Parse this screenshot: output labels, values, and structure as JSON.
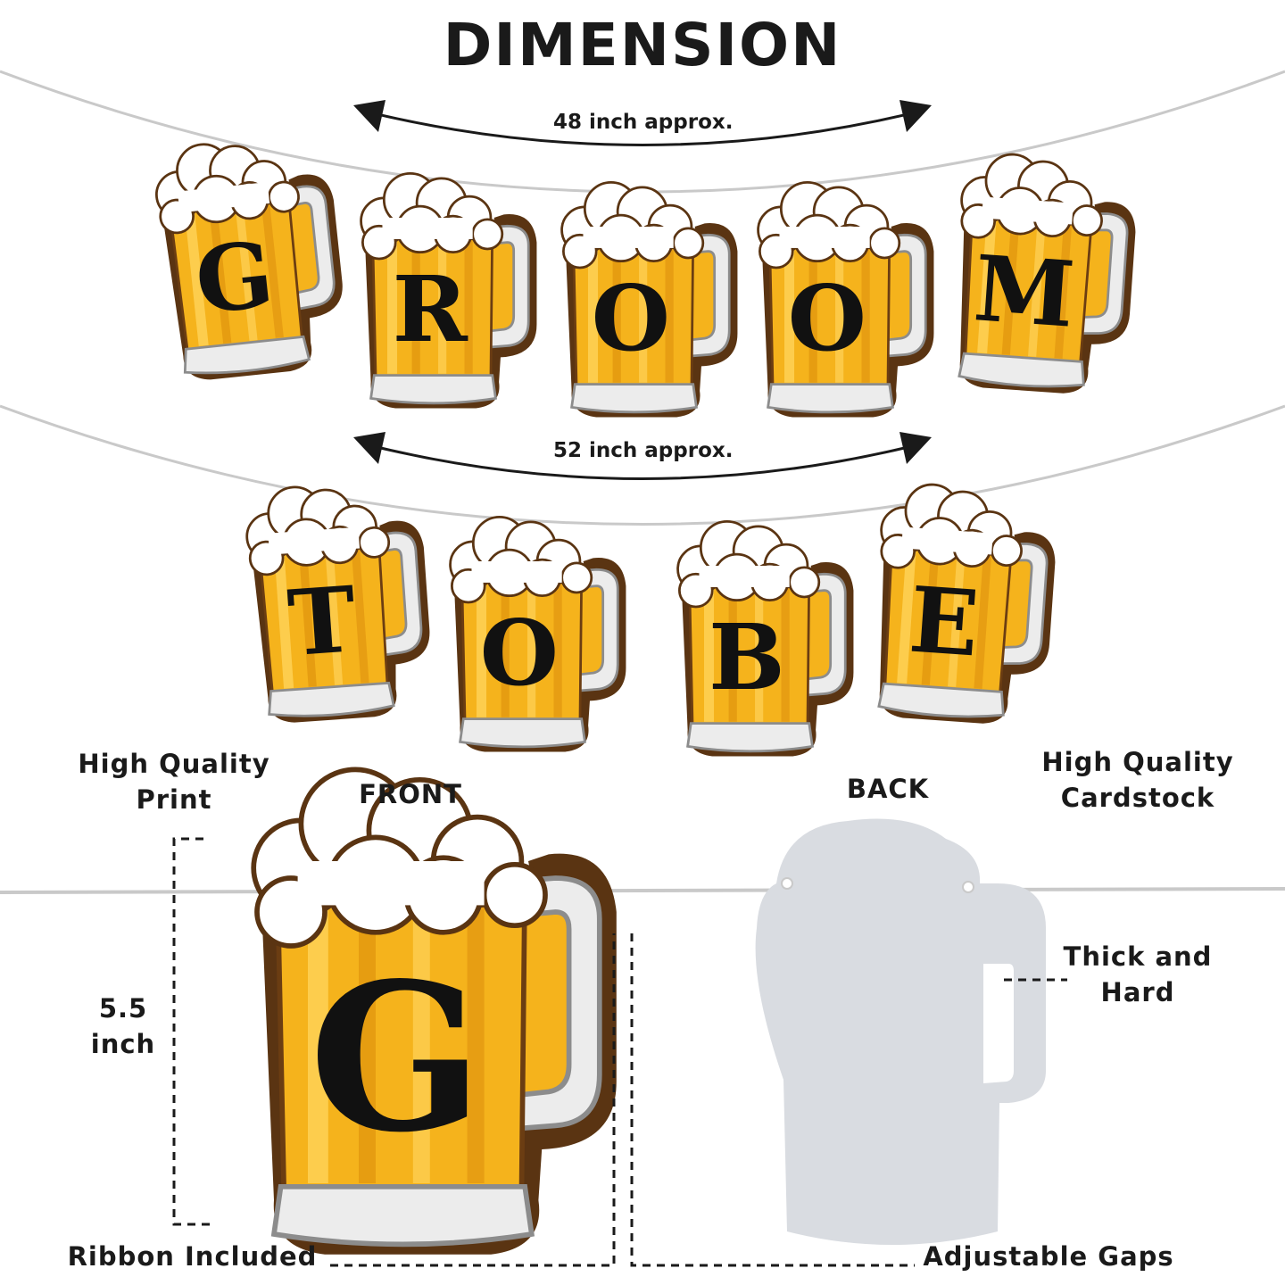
{
  "title": "DIMENSION",
  "top_span_label": "48 inch approx.",
  "bottom_span_label": "52 inch approx.",
  "banner_row1": [
    "G",
    "R",
    "O",
    "O",
    "M"
  ],
  "banner_row2": [
    "T",
    "O",
    "B",
    "E"
  ],
  "front_letter": "G",
  "labels": {
    "high_quality_print": "High Quality Print",
    "front": "FRONT",
    "back": "BACK",
    "high_quality_cardstock": "High Quality Cardstock",
    "height": "5.5 inch",
    "thick_and_hard": "Thick and Hard",
    "ribbon_included": "Ribbon Included",
    "adjustable_gaps": "Adjustable Gaps"
  },
  "colors": {
    "beer": "#f5b31c",
    "beer_dark": "#d98a0a",
    "foam": "#ffffff",
    "outline": "#5a3412",
    "glass": "#e9e9e9",
    "back_card": "#d9dce1"
  }
}
